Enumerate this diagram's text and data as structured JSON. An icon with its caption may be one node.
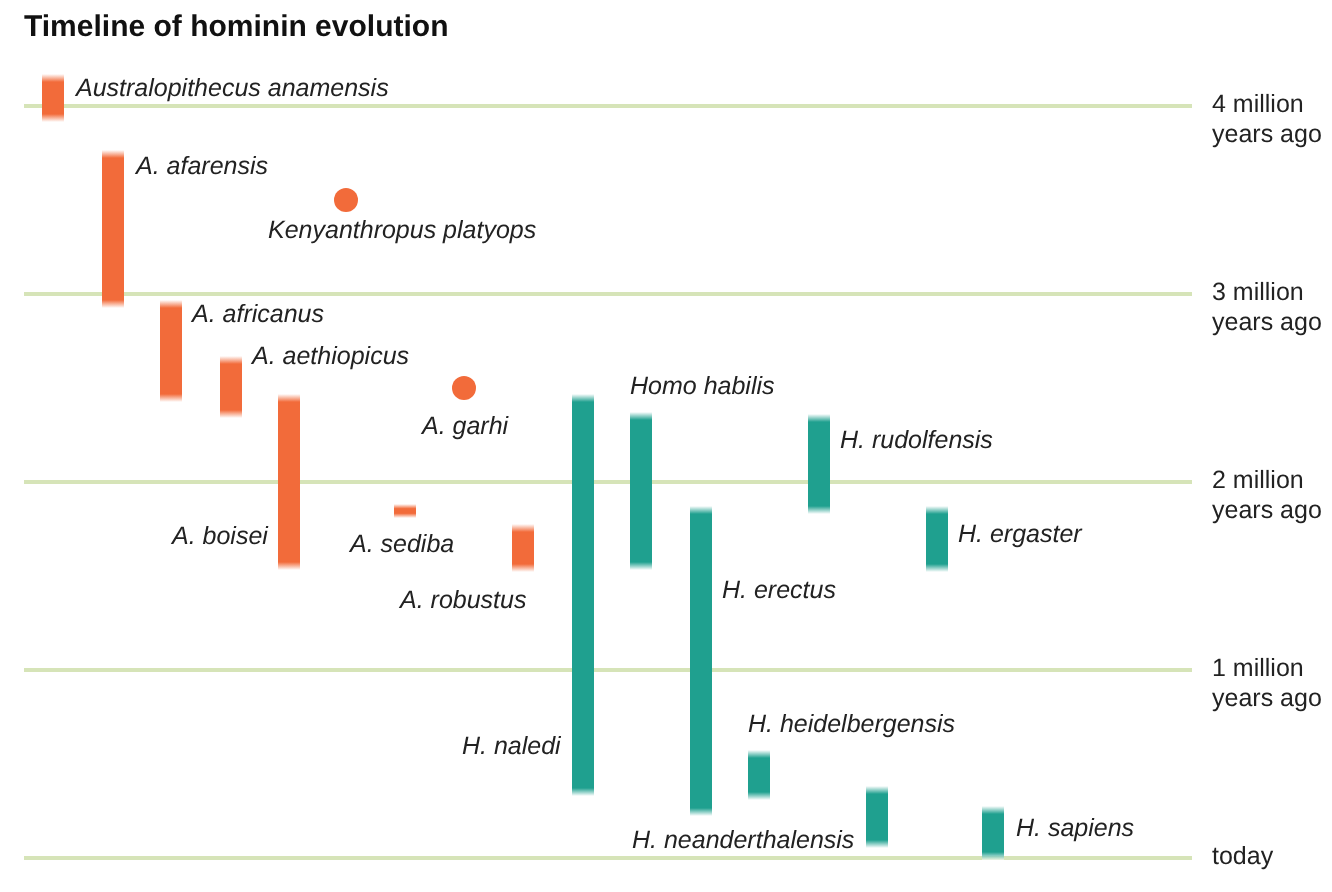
{
  "diagram": {
    "title": "Timeline of hominin evolution",
    "nodes": [
      {
        "text": [],
        "shape": "bar",
        "beside": [
          "Australopithecus anamensis"
        ]
      },
      {
        "text": [],
        "shape": "bar",
        "beside": [
          "A. afarensis"
        ]
      },
      {
        "text": [],
        "shape": "circle",
        "beside": [
          "Kenyanthropus platyops"
        ]
      },
      {
        "text": [],
        "shape": "bar",
        "beside": [
          "A. africanus"
        ]
      },
      {
        "text": [],
        "shape": "bar",
        "beside": [
          "A. aethiopicus"
        ]
      },
      {
        "text": [],
        "shape": "bar",
        "beside": [
          "Homo habilis"
        ]
      },
      {
        "text": [],
        "shape": "circle",
        "beside": [
          "A. garhi"
        ]
      },
      {
        "text": [],
        "shape": "bar",
        "beside": [
          "H. rudolfensis"
        ]
      },
      {
        "text": [],
        "shape": "bar",
        "beside": [
          "H. ergaster"
        ]
      },
      {
        "text": [],
        "shape": "bar",
        "beside": [
          "A. boisei"
        ]
      },
      {
        "text": [],
        "shape": "bar",
        "beside": [
          "A. sediba"
        ]
      },
      {
        "text": [],
        "shape": "bar",
        "beside": [
          "H. erectus"
        ]
      },
      {
        "text": [],
        "shape": "bar",
        "beside": [
          "A. robustus"
        ]
      },
      {
        "text": [],
        "shape": "bar",
        "beside": [
          "H. heidelbergensis"
        ]
      },
      {
        "text": [],
        "shape": "bar",
        "beside": [
          "H. naledi"
        ]
      },
      {
        "text": [],
        "shape": "bar",
        "beside": [
          "H. sapiens"
        ]
      },
      {
        "text": [],
        "shape": "bar",
        "beside": [
          "H. neanderthalensis"
        ]
      }
    ],
    "labels": [
      "4 million years ago",
      "3 million years ago",
      "2 million years ago",
      "1 million years ago",
      "today"
    ]
  }
}
